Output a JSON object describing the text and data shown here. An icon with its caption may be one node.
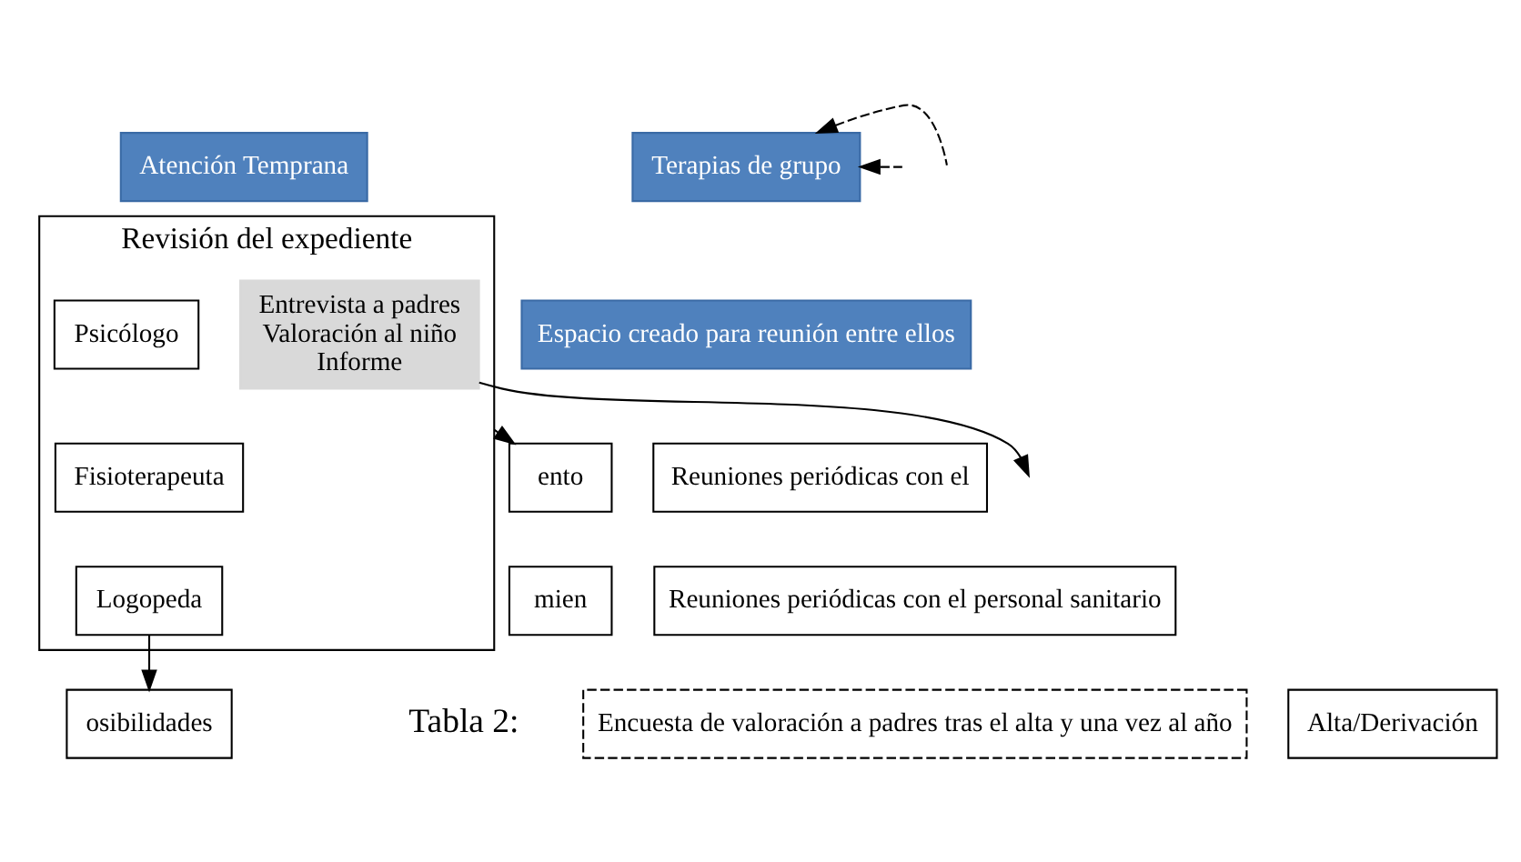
{
  "diagram": {
    "nodes": [
      {
        "text": [
          "Atención Temprana"
        ]
      },
      {
        "text": [
          "Revisión del expediente"
        ]
      },
      {
        "text": [
          "Entrevista a padres",
          "Valoración al niño",
          "Informe"
        ],
        "in": 1
      },
      {
        "text": [
          "Psicólogo"
        ],
        "in": 1
      },
      {
        "text": [
          "Fisioterapeuta"
        ],
        "in": 1
      },
      {
        "text": [
          "Logopeda"
        ],
        "in": 1
      },
      {
        "text": [
          "Alta/Derivación"
        ]
      },
      {
        "text": [
          "osibilidades"
        ]
      },
      {
        "text": [
          "ento"
        ]
      },
      {
        "text": [
          "Reuniones periódicas con el"
        ]
      },
      {
        "text": [
          "Reuniones periódicas con el personal sanitario"
        ]
      },
      {
        "text": [
          "mien"
        ]
      },
      {
        "text": [
          "Terapias de grupo"
        ]
      },
      {
        "text": [
          "Espacio creado para reunión entre ellos"
        ]
      },
      {
        "text": [
          "Encuesta de valoración a padres tras el alta y una vez al año"
        ]
      }
    ],
    "edges": [
      {
        "from": null,
        "to": 12,
        "arrow": "to",
        "style": "dashed"
      },
      {
        "from": null,
        "to": 12,
        "arrow": "to",
        "style": "dashed"
      },
      {
        "from": 2,
        "to": null,
        "arrow": "to"
      },
      {
        "from": 1,
        "to": 8,
        "arrow": "to"
      },
      {
        "from": 5,
        "to": 7,
        "arrow": "to"
      }
    ],
    "labels": [
      "Tabla 2:"
    ]
  }
}
